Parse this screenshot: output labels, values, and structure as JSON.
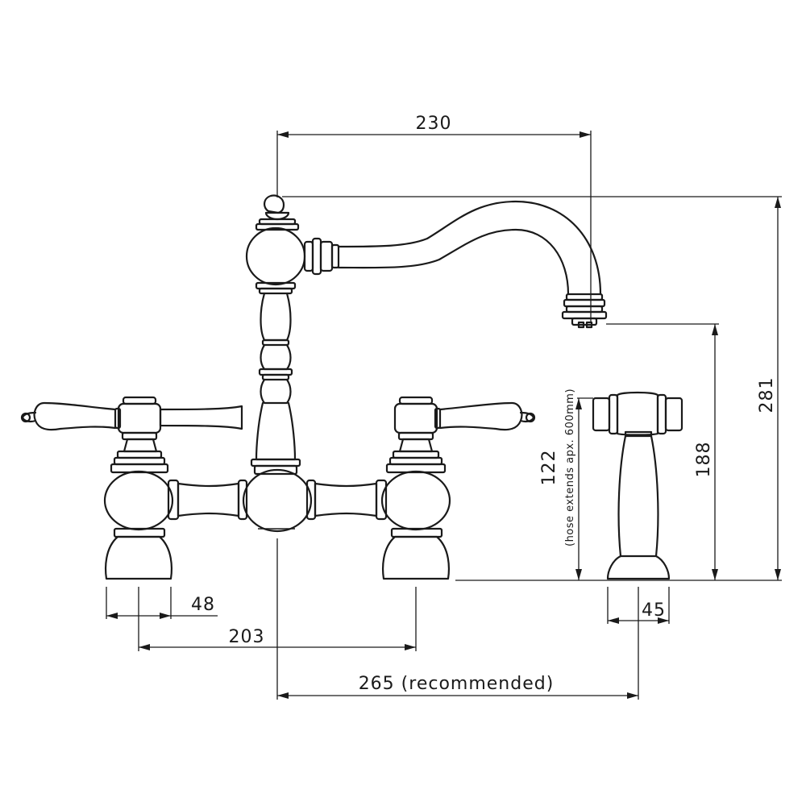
{
  "dimensions": {
    "spout_reach": "230",
    "total_height": "281",
    "spout_height": "188",
    "spray_height": "122",
    "spray_note": "(hose extends apx. 600mm)",
    "handle_width": "48",
    "tap_centres": "203",
    "spray_distance": "265 (recommended)",
    "spray_base": "45"
  },
  "colors": {
    "line": "#1a1a1a",
    "background": "#ffffff"
  }
}
